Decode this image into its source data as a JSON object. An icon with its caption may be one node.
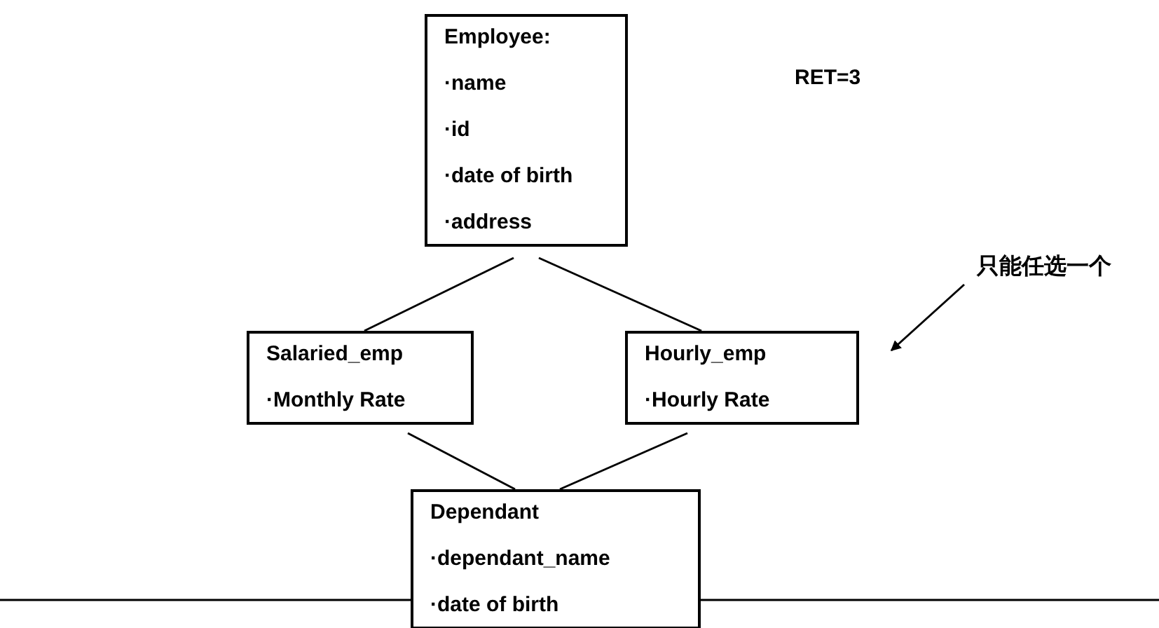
{
  "diagram": {
    "nodes": [
      {
        "text": [
          "Employee:",
          "·name",
          "·id",
          "·date of birth",
          "·address"
        ]
      },
      {
        "text": [
          "Salaried_emp",
          "·Monthly Rate"
        ]
      },
      {
        "text": [
          "Hourly_emp",
          "·Hourly Rate"
        ]
      },
      {
        "text": [
          "Dependant",
          "·dependant_name",
          "·date of birth"
        ]
      },
      {
        "text": [
          "只能任选一个"
        ]
      }
    ],
    "edges": [
      {
        "from": 0,
        "to": 1,
        "arrow": "none"
      },
      {
        "from": 0,
        "to": 2,
        "arrow": "none"
      },
      {
        "from": 1,
        "to": 3,
        "arrow": "none"
      },
      {
        "from": 2,
        "to": 3,
        "arrow": "none"
      },
      {
        "from": 4,
        "to": 2,
        "arrow": "to"
      }
    ],
    "labels": [
      "RET=3"
    ]
  }
}
